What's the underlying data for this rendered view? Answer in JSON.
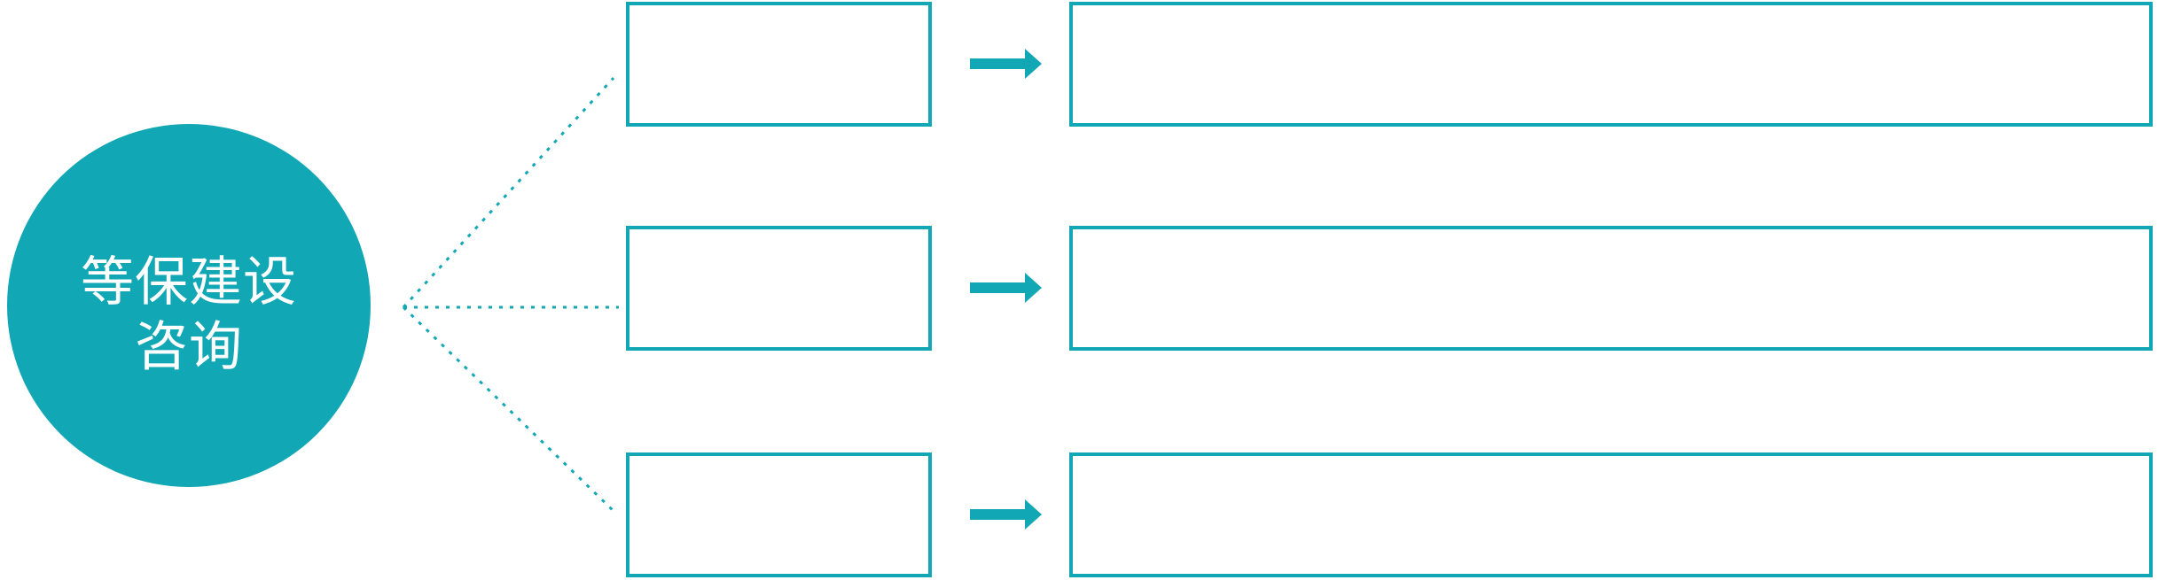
{
  "hub": {
    "label_line1": "等保建设",
    "label_line2": "咨询"
  },
  "colors": {
    "teal": "#12a7b5",
    "text": "#ffffff",
    "background": "#ffffff"
  },
  "connector_style": "dotted",
  "rows": [
    {
      "small_label": "",
      "large_label": ""
    },
    {
      "small_label": "",
      "large_label": ""
    },
    {
      "small_label": "",
      "large_label": ""
    }
  ]
}
